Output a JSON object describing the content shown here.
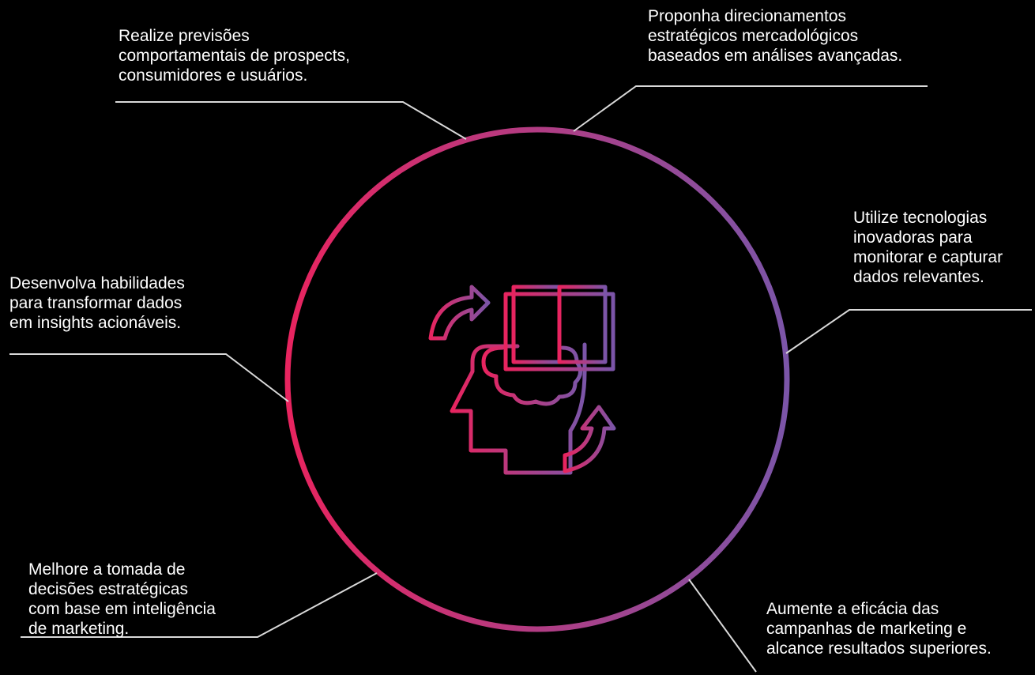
{
  "diagram": {
    "central_icon": "head-with-book-and-arrows-icon",
    "colors": {
      "background": "#000000",
      "gradient_start": "#e8245f",
      "gradient_end": "#7b55a8",
      "connector": "#d9d9d9",
      "text": "#ffffff"
    },
    "callouts": [
      {
        "id": "c1",
        "text": "Realize previsões\ncomportamentais de prospects,\nconsumidores e usuários."
      },
      {
        "id": "c2",
        "text": "Proponha direcionamentos\nestratégicos mercadológicos\nbaseados em análises avançadas."
      },
      {
        "id": "c3",
        "text": "Utilize tecnologias\ninovadoras para\nmonitorar e capturar\ndados relevantes."
      },
      {
        "id": "c4",
        "text": "Desenvolva habilidades\npara transformar dados\nem insights acionáveis."
      },
      {
        "id": "c5",
        "text": "Melhore a tomada de\ndecisões estratégicas\ncom base em inteligência\nde marketing."
      },
      {
        "id": "c6",
        "text": "Aumente a eficácia das\ncampanhas de marketing e\nalcance resultados superiores."
      }
    ]
  }
}
